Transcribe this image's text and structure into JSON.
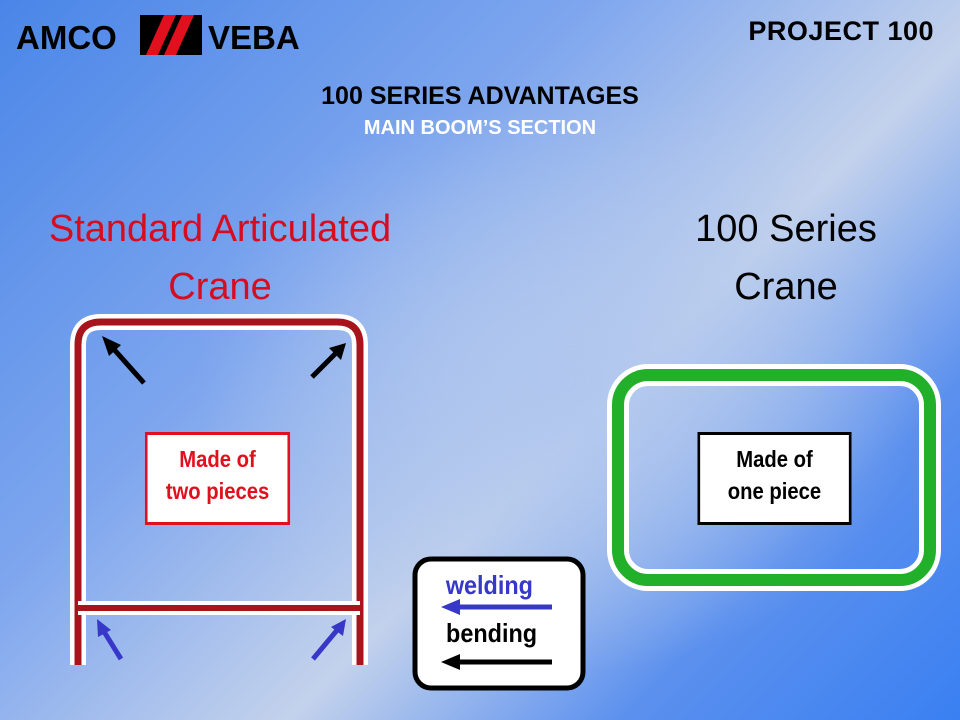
{
  "header": {
    "logo_left": "AMCO",
    "logo_right": "VEBA",
    "project": "PROJECT 100",
    "title": "100 SERIES ADVANTAGES",
    "subtitle": "MAIN BOOM’S SECTION"
  },
  "standard": {
    "heading_line1": "Standard Articulated",
    "heading_line2": "Crane",
    "label_line1": "Made of",
    "label_line2": "two pieces"
  },
  "series100": {
    "heading_line1": "100 Series",
    "heading_line2": "Crane",
    "label_line1": "Made of",
    "label_line2": "one piece"
  },
  "legend": {
    "welding": "welding",
    "bending": "bending"
  },
  "colors": {
    "standard_red": "#d90b1e",
    "frame_dark_red": "#a8141c",
    "series_green": "#22b02a",
    "welding_blue": "#3737c8",
    "bending_black": "#000000"
  }
}
